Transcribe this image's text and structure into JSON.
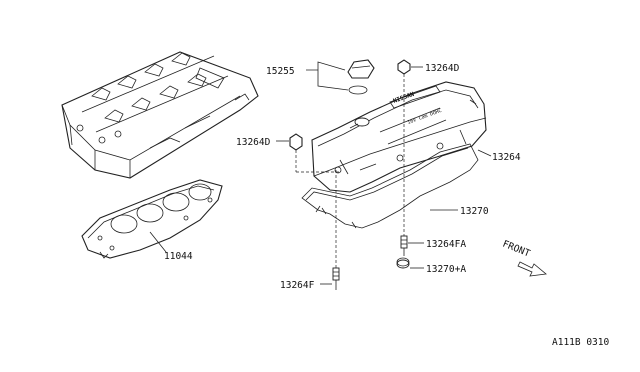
{
  "diagram_code": "A111B 0310",
  "front_label": "FRONT",
  "parts": {
    "oil_filler_cap": "15255",
    "valve_cover_nut_upper": "13264D",
    "valve_cover_nut_left": "13264D",
    "rocker_cover": "13264",
    "cover_gasket": "13270",
    "stud_right": "13264FA",
    "washer_gasket": "13270+A",
    "stud_left": "13264F",
    "head_gasket": "11044"
  },
  "cover_text": {
    "brand": "NISSAN",
    "line": "16V Cam DOHC"
  }
}
